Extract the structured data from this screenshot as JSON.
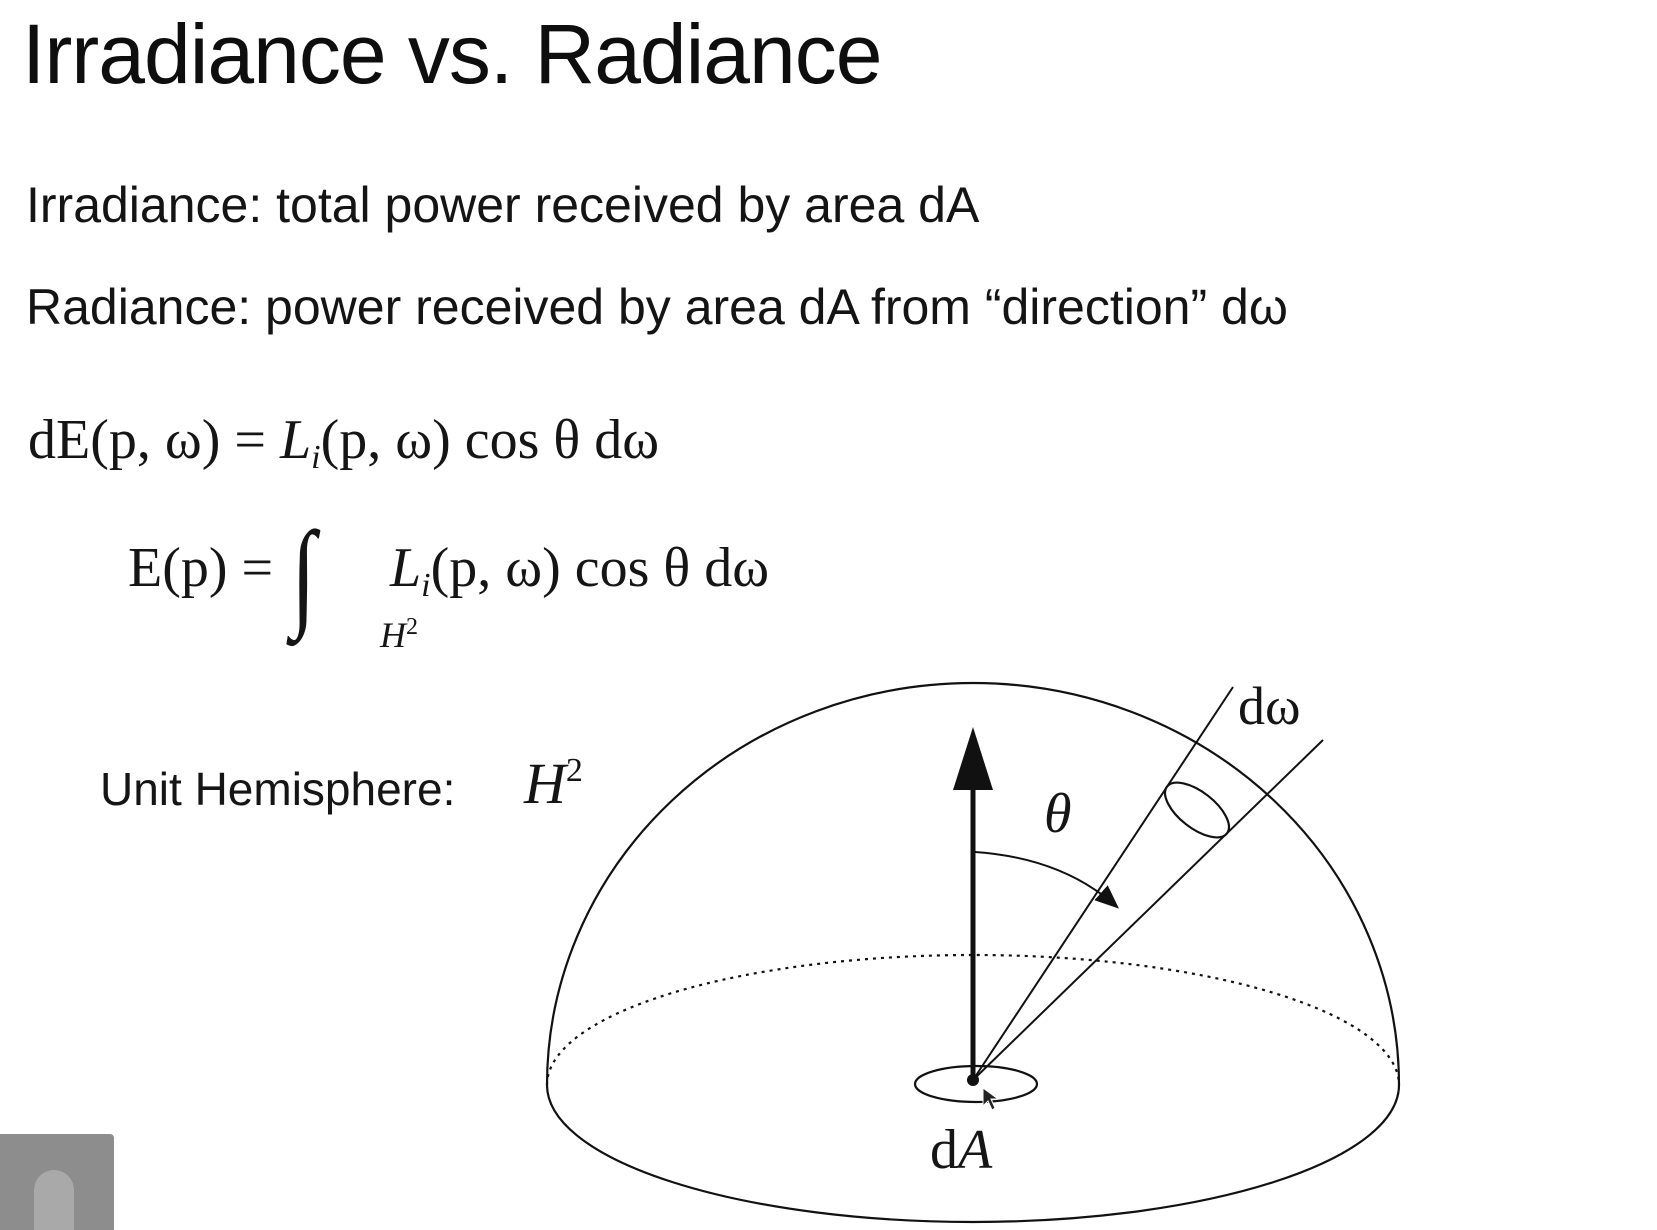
{
  "slide": {
    "title": "Irradiance vs. Radiance"
  },
  "bullets": {
    "irradiance": "Irradiance: total power received by area dA",
    "radiance": "Radiance: power received by area dA from “direction” dω"
  },
  "equations": {
    "eq1": {
      "lhs": "dE(p, ω) = ",
      "rhs_L": "L",
      "rhs_sub": "i",
      "rhs_rest": "(p, ω) cos θ dω"
    },
    "eq2": {
      "lhs": "E(p) = ",
      "integral": "∫",
      "int_domain": "H",
      "int_domain_exp": "2",
      "rhs_L": "L",
      "rhs_sub": "i",
      "rhs_rest": "(p, ω) cos θ dω"
    }
  },
  "diagram": {
    "hemisphere_label": "Unit Hemisphere:",
    "hemisphere_symbol": "H",
    "hemisphere_symbol_exp": "2",
    "solid_angle_label": "dω",
    "angle_label": "θ",
    "area_label_prefix": "d",
    "area_label_var": "A"
  },
  "webcam": {
    "icon": "webcam-thumbnail"
  }
}
